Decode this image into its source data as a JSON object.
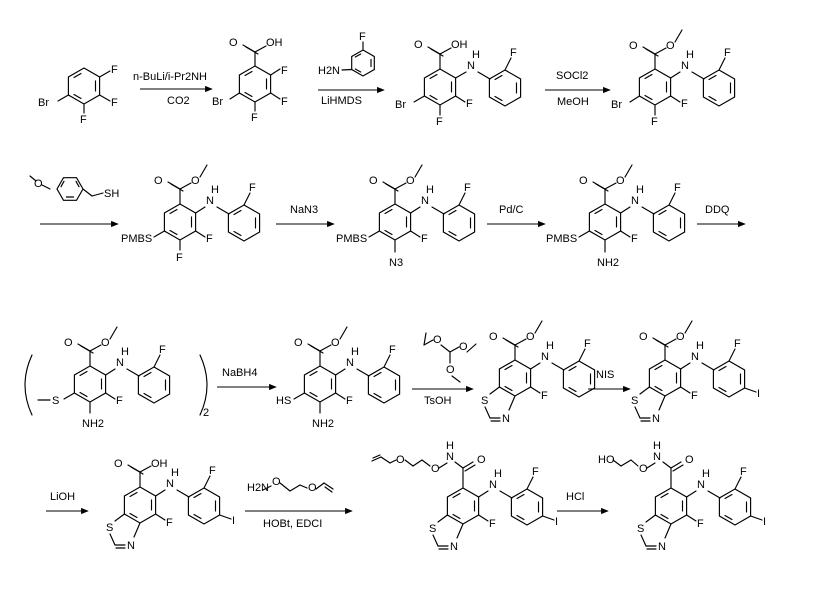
{
  "reagents": {
    "r1_top": "n-BuLi/i-Pr2NH",
    "r1_bot": "CO2",
    "r3_top": "SOCl2",
    "r3_bot": "MeOH",
    "r4": "LiHMDS",
    "r5": "NaN3",
    "r6": "Pd/C",
    "r7": "DDQ",
    "r8": "NaBH4",
    "r9": "TsOH",
    "r10": "NIS",
    "r11": "LiOH",
    "r12": "HOBt, EDCI",
    "r13": "HCl"
  },
  "atoms": {
    "F": "F",
    "Br": "Br",
    "I": "I",
    "N": "N",
    "S": "S",
    "H": "H",
    "O": "O",
    "OH": "OH",
    "HO": "HO",
    "HS": "HS",
    "NH2": "NH2",
    "H2N": "H2N",
    "N3": "N3",
    "SH": "SH",
    "PMBS": "PMBS",
    "subscript_2": "2"
  },
  "colors": {
    "ink": "#000000",
    "background": "#ffffff"
  }
}
